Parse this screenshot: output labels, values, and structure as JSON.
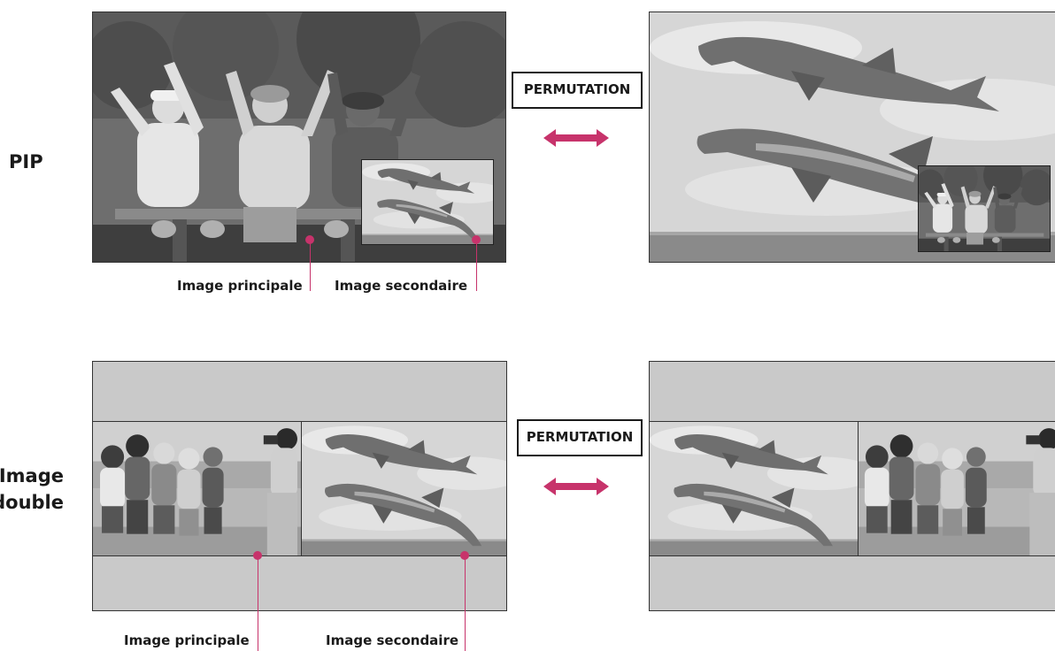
{
  "pip_section": {
    "mode_label": "PIP",
    "swap_label": "PERMUTATION",
    "main_caption": "Image principale",
    "sub_caption": "Image secondaire"
  },
  "double_section": {
    "mode_label_line1": "Image",
    "mode_label_line2": "double",
    "swap_label": "PERMUTATION",
    "main_caption": "Image principale",
    "sub_caption": "Image secondaire"
  },
  "colors": {
    "accent": "#c7336b",
    "letterbox_gray": "#c9c9c9",
    "frame": "#333333"
  },
  "images": {
    "children_bench": "black-and-white photo of three children cheering on a bench",
    "dolphins": "black-and-white photo of two leaping dolphins",
    "children_beach": "black-and-white photo of children and a woman with a camera on a beach"
  }
}
